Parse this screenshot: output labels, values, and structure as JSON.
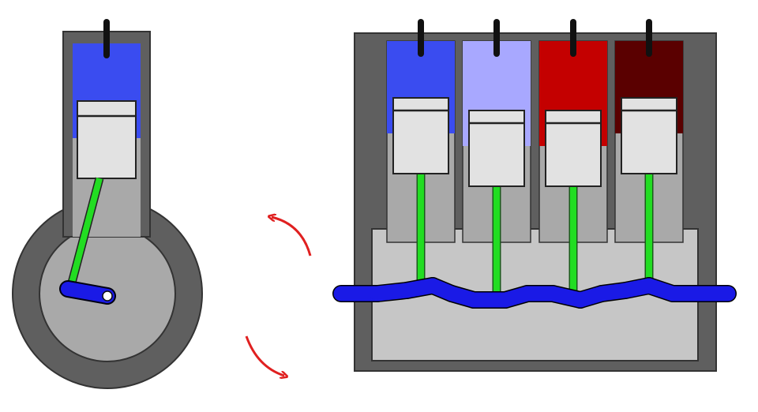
{
  "diagram": {
    "side_view": {
      "icon": "single-cylinder-side-view",
      "cylinder_charge_color": "#3a4cf0",
      "casing_color": "#5f5f5f",
      "cylinder_bore_color": "#a9a9a9",
      "piston_color": "#e2e2e2",
      "rod_color": "#22dd22",
      "crank_color": "#1a1ae6",
      "flywheel_outer_color": "#5f5f5f",
      "flywheel_inner_color": "#a9a9a9"
    },
    "rotation_arrows": {
      "icon": "rotation-arrows",
      "color": "#e02020"
    },
    "front_view": {
      "icon": "inline-four-cylinder-front-view",
      "block_color": "#5f5f5f",
      "crankcase_color": "#c6c6c6",
      "crankshaft_color": "#1a1ae6",
      "rod_color": "#22dd22",
      "cylinders": [
        {
          "color": "#3a4cf0"
        },
        {
          "color": "#a8a8ff"
        },
        {
          "color": "#c40000"
        },
        {
          "color": "#5a0000"
        }
      ]
    }
  }
}
